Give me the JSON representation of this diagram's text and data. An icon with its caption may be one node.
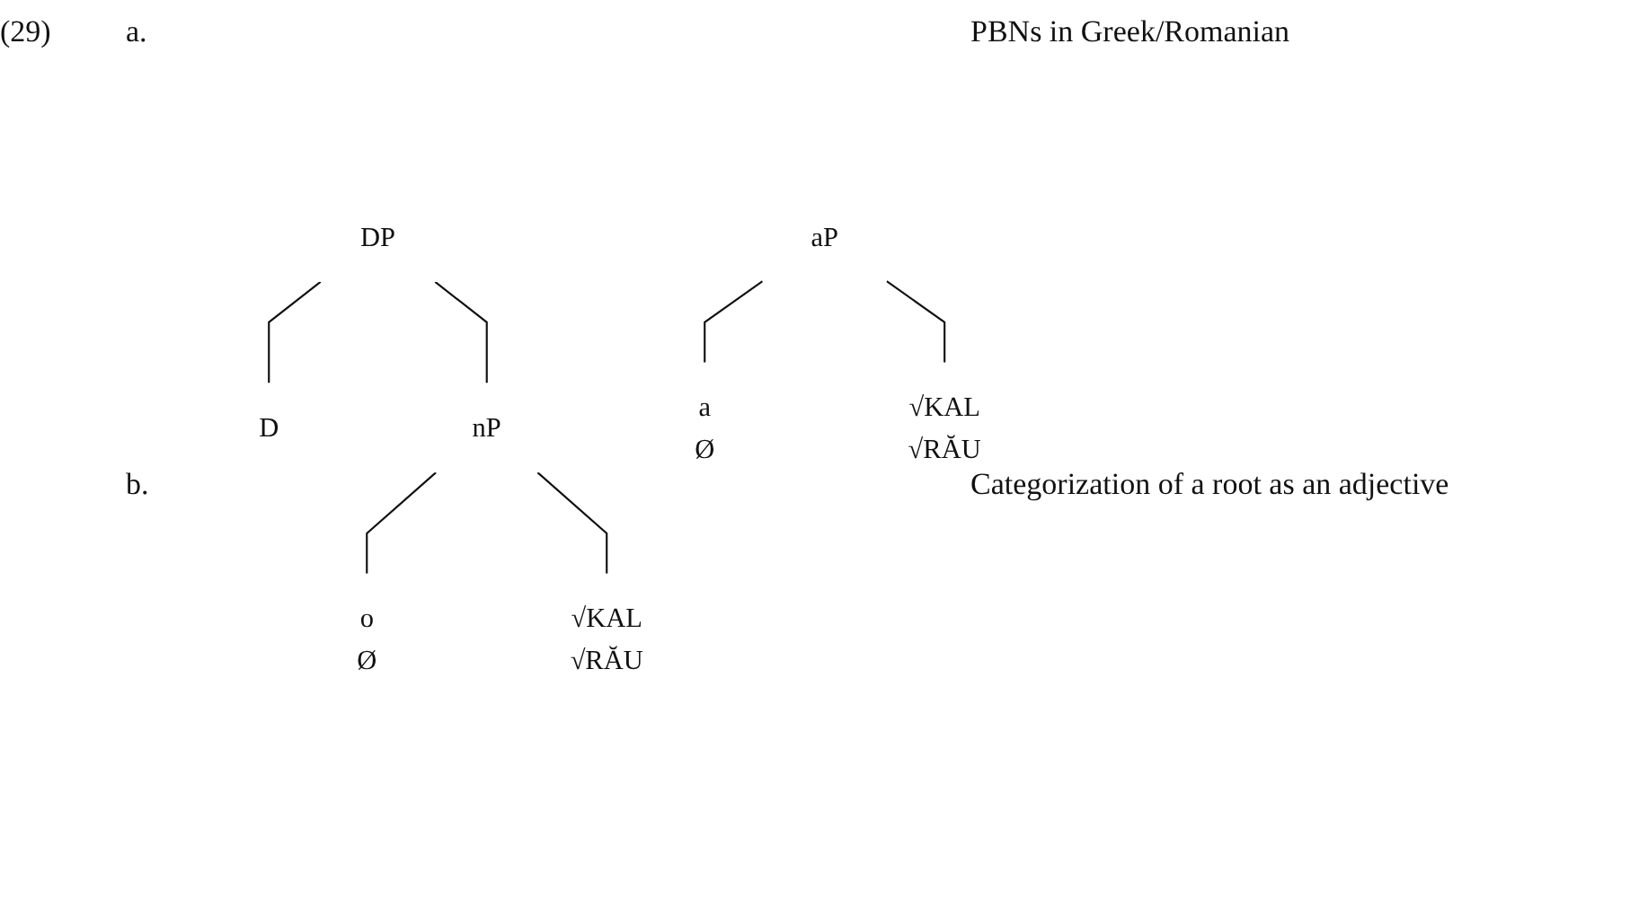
{
  "diagram": {
    "nodes": [
      {
        "text": [
          "DP"
        ]
      },
      {
        "text": [
          "D"
        ]
      },
      {
        "text": [
          "nP"
        ]
      },
      {
        "text": [
          "o",
          "Ø"
        ]
      },
      {
        "text": [
          "√KAL",
          "√RĂU"
        ]
      },
      {
        "text": [
          "aP"
        ]
      },
      {
        "text": [
          "a",
          "Ø"
        ]
      },
      {
        "text": [
          "√KAL",
          "√RĂU"
        ]
      }
    ],
    "edges": [
      {
        "from": 0,
        "to": 1,
        "arrow": "none"
      },
      {
        "from": 0,
        "to": 2,
        "arrow": "none"
      },
      {
        "from": 2,
        "to": 3,
        "arrow": "none"
      },
      {
        "from": 2,
        "to": 4,
        "arrow": "none"
      },
      {
        "from": 5,
        "to": 6,
        "arrow": "none"
      },
      {
        "from": 5,
        "to": 7,
        "arrow": "none"
      }
    ],
    "labels": [
      "(29)",
      "a.",
      "PBNs in Greek/Romanian",
      "b.",
      "Categorization of a root as an adjective"
    ]
  }
}
